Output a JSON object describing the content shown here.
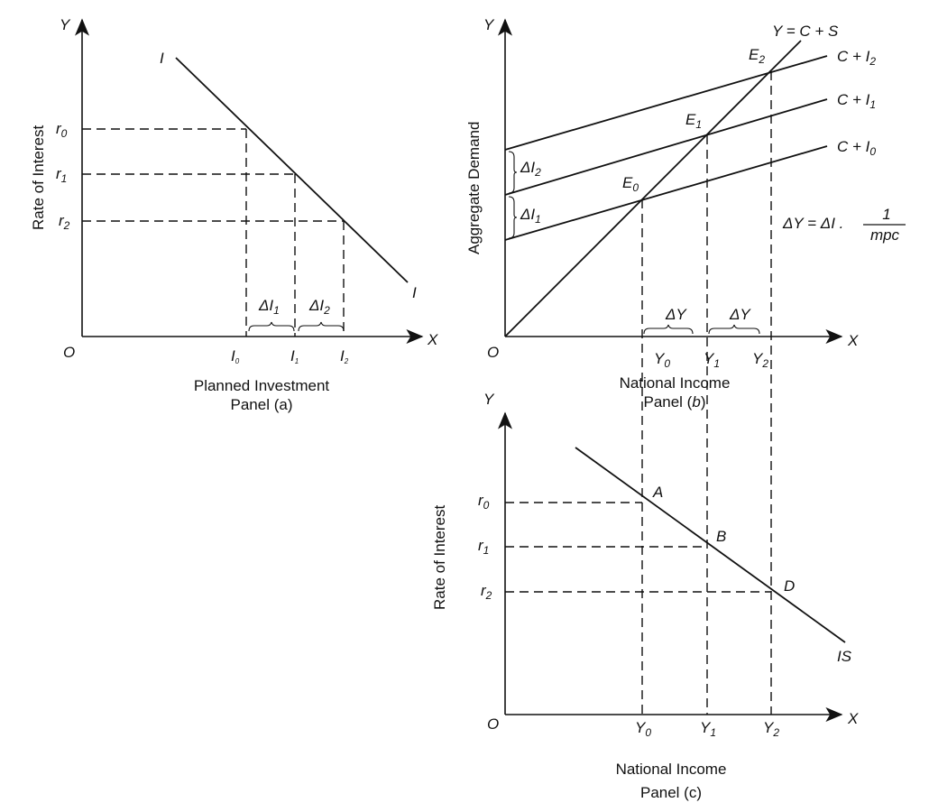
{
  "panel_a": {
    "y_axis": "Y",
    "x_axis": "X",
    "origin": "O",
    "y_title": "Rate of Interest",
    "x_title": "Planned Investment",
    "caption": "Panel (a)",
    "curve_label": "I",
    "r_labels": [
      {
        "m": "r",
        "s": "0"
      },
      {
        "m": "r",
        "s": "1"
      },
      {
        "m": "r",
        "s": "2"
      }
    ],
    "i_labels": [
      {
        "m": "I",
        "s": "0"
      },
      {
        "m": "I",
        "s": "1"
      },
      {
        "m": "I",
        "s": "2"
      }
    ],
    "deltas": [
      {
        "m": "ΔI",
        "s": "1"
      },
      {
        "m": "ΔI",
        "s": "2"
      }
    ]
  },
  "panel_b": {
    "y_axis": "Y",
    "x_axis": "X",
    "origin": "O",
    "y_title": "Aggregate Demand",
    "x_title": "National Income",
    "caption_prefix": "Panel (",
    "caption_letter": "b",
    "caption_suffix": ")",
    "line_45": "Y = C + S",
    "ad_lines": [
      {
        "m": "C + I",
        "s": "2"
      },
      {
        "m": "C + I",
        "s": "1"
      },
      {
        "m": "C + I",
        "s": "0"
      }
    ],
    "equilibria": [
      {
        "m": "E",
        "s": "0"
      },
      {
        "m": "E",
        "s": "1"
      },
      {
        "m": "E",
        "s": "2"
      }
    ],
    "y_labels": [
      {
        "m": "Y",
        "s": "0"
      },
      {
        "m": "Y",
        "s": "1"
      },
      {
        "m": "Y",
        "s": "2"
      }
    ],
    "delta_i": [
      {
        "m": "ΔI",
        "s": "2"
      },
      {
        "m": "ΔI",
        "s": "1"
      }
    ],
    "delta_y": "ΔY",
    "formula_left": "ΔY = ΔI .",
    "formula_num": "1",
    "formula_den": "mpc"
  },
  "panel_c": {
    "y_axis": "Y",
    "x_axis": "X",
    "origin": "O",
    "y_title": "Rate of Interest",
    "x_title": "National Income",
    "caption": "Panel (c)",
    "curve_label": "IS",
    "points": [
      "A",
      "B",
      "D"
    ],
    "r_labels": [
      {
        "m": "r",
        "s": "0"
      },
      {
        "m": "r",
        "s": "1"
      },
      {
        "m": "r",
        "s": "2"
      }
    ],
    "y_labels": [
      {
        "m": "Y",
        "s": "0"
      },
      {
        "m": "Y",
        "s": "1"
      },
      {
        "m": "Y",
        "s": "2"
      }
    ]
  }
}
